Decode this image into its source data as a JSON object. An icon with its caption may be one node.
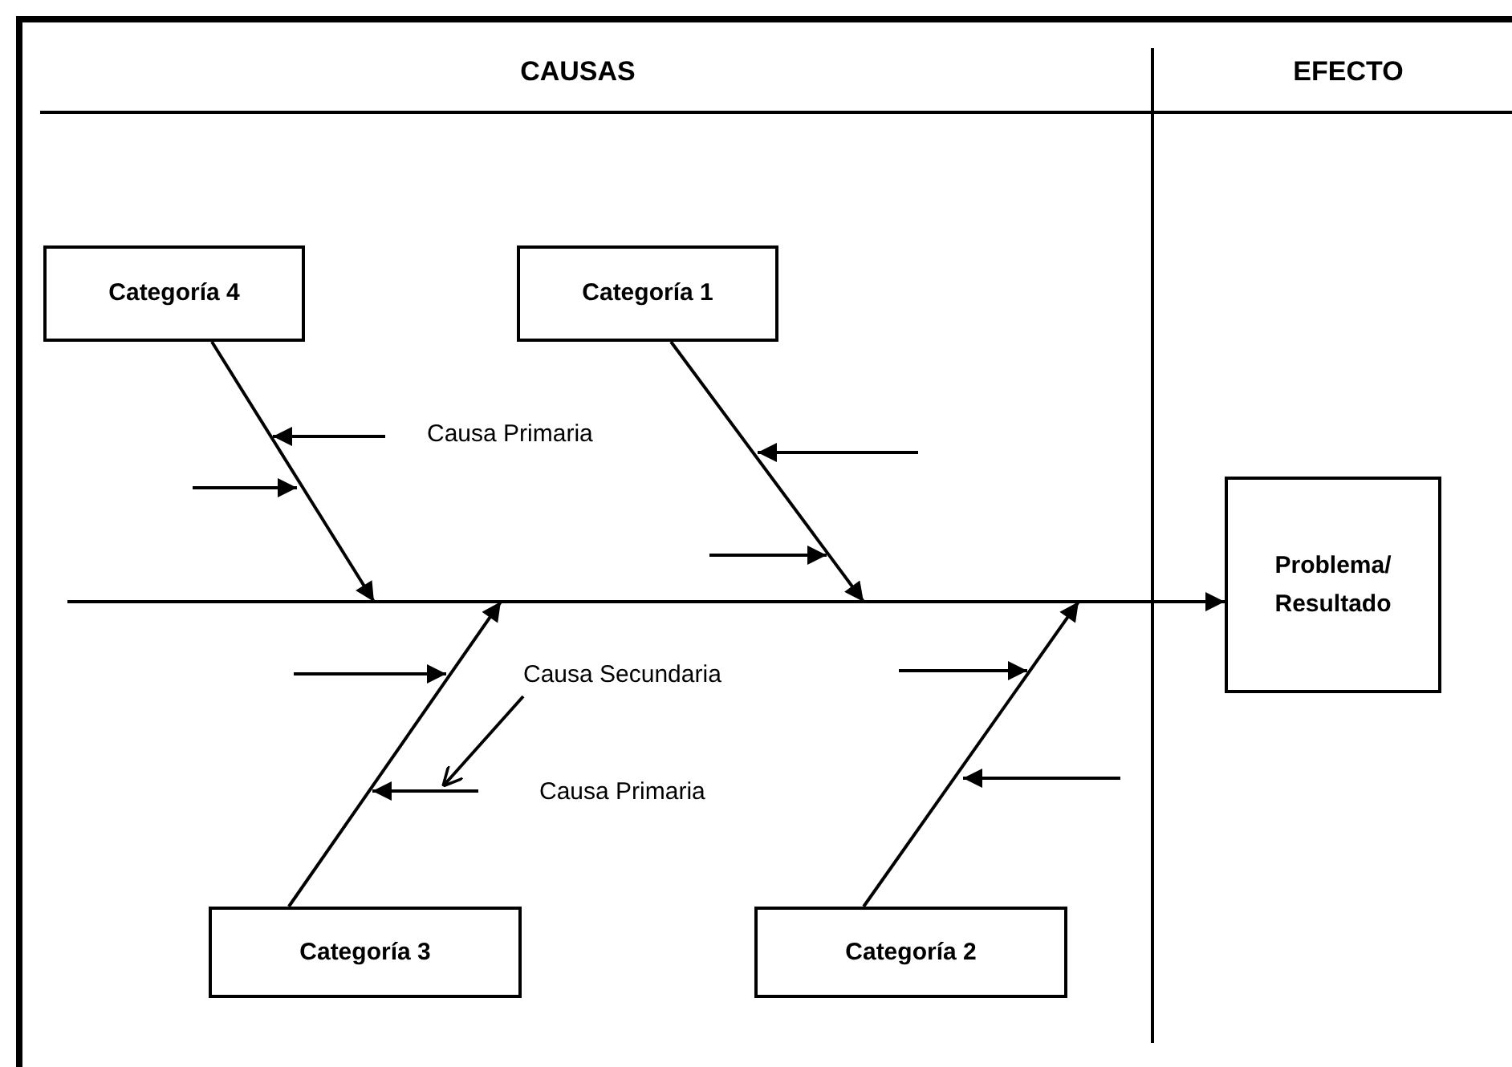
{
  "diagram": {
    "nodes": [
      {
        "text": [
          "Categoría 4"
        ]
      },
      {
        "text": [
          "Categoría 1"
        ]
      },
      {
        "text": [
          "Categoría 3"
        ]
      },
      {
        "text": [
          "Categoría 2"
        ]
      },
      {
        "text": [
          "Problema/ Resultado"
        ]
      },
      {
        "text": [
          "Causa Secundaria"
        ]
      }
    ],
    "edges": [
      {
        "from": null,
        "to": 4,
        "arrow": "to"
      },
      {
        "from": 0,
        "to": null,
        "arrow": "to"
      },
      {
        "from": 1,
        "to": null,
        "arrow": "to"
      },
      {
        "from": 2,
        "to": null,
        "arrow": "to"
      },
      {
        "from": 3,
        "to": null,
        "arrow": "to"
      },
      {
        "from": 5,
        "to": null,
        "arrow": "to"
      }
    ],
    "labels": [
      "CAUSAS",
      "EFECTO",
      "Causa Primaria",
      "Causa Primaria"
    ]
  }
}
